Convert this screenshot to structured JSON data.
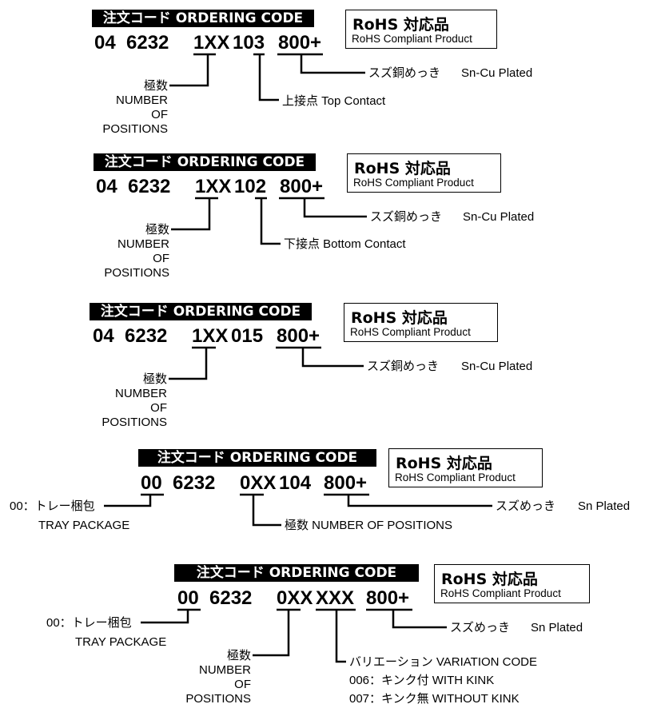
{
  "blocks": [
    {
      "banner": "注文コード ORDERING CODE",
      "rohs_title": "RoHS 対応品",
      "rohs_sub": "RoHS Compliant Product",
      "code": [
        "04",
        "6232",
        "1XX",
        "103",
        "800+"
      ],
      "positions_label": [
        "極数",
        "NUMBER",
        "OF",
        "POSITIONS"
      ],
      "contact_label": "上接点  Top Contact",
      "plating_label": "スズ銅めっき",
      "plating_en": "Sn-Cu  Plated"
    },
    {
      "banner": "注文コード ORDERING CODE",
      "rohs_title": "RoHS 対応品",
      "rohs_sub": "RoHS Compliant Product",
      "code": [
        "04",
        "6232",
        "1XX",
        "102",
        "800+"
      ],
      "positions_label": [
        "極数",
        "NUMBER",
        "OF",
        "POSITIONS"
      ],
      "contact_label": "下接点  Bottom Contact",
      "plating_label": "スズ銅めっき",
      "plating_en": "Sn-Cu  Plated"
    },
    {
      "banner": "注文コード ORDERING CODE",
      "rohs_title": "RoHS 対応品",
      "rohs_sub": "RoHS Compliant Product",
      "code": [
        "04",
        "6232",
        "1XX",
        "015",
        "800+"
      ],
      "positions_label": [
        "極数",
        "NUMBER",
        "OF",
        "POSITIONS"
      ],
      "plating_label": "スズ銅めっき",
      "plating_en": "Sn-Cu  Plated"
    },
    {
      "banner": "注文コード ORDERING CODE",
      "rohs_title": "RoHS 対応品",
      "rohs_sub": "RoHS Compliant Product",
      "code": [
        "00",
        "6232",
        "0XX",
        "104",
        "800+"
      ],
      "tray_label": "00：トレー梱包",
      "tray_en": "TRAY  PACKAGE",
      "positions_inline": "極数 NUMBER  OF  POSITIONS",
      "plating_label": "スズめっき",
      "plating_en": "Sn  Plated"
    },
    {
      "banner": "注文コード ORDERING CODE",
      "rohs_title": "RoHS 対応品",
      "rohs_sub": "RoHS Compliant Product",
      "code": [
        "00",
        "6232",
        "0XX",
        "XXX",
        "800+"
      ],
      "tray_label": "00：トレー梱包",
      "tray_en": "TRAY  PACKAGE",
      "positions_label": [
        "極数",
        "NUMBER",
        "OF",
        "POSITIONS"
      ],
      "variation_label": "バリエーション VARIATION  CODE",
      "variation_006": "006：キンク付 WITH  KINK",
      "variation_007": "007：キンク無 WITHOUT  KINK",
      "plating_label": "スズめっき",
      "plating_en": "Sn  Plated"
    }
  ]
}
